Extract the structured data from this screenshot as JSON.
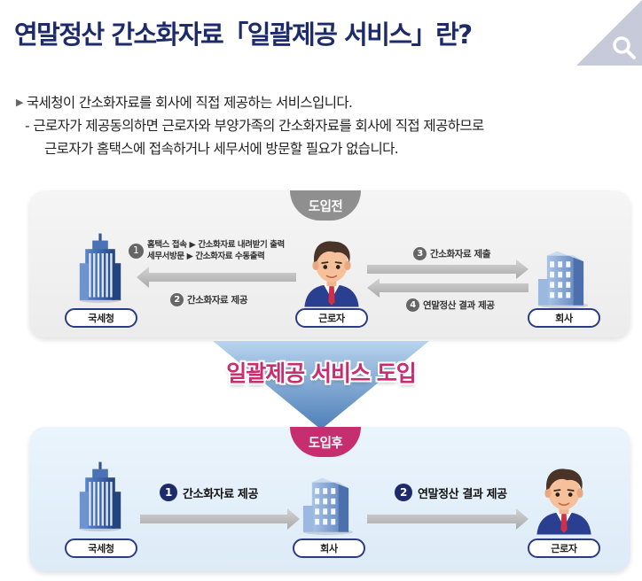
{
  "header": {
    "title": "연말정산 간소화자료「일괄제공 서비스」란?",
    "corner_icon": "search-icon"
  },
  "intro": {
    "line1": "국세청이 간소화자료를 회사에 직접 제공하는 서비스입니다.",
    "line2": "- 근로자가 제공동의하면 근로자와 부양가족의 간소화자료를 회사에 직접 제공하므로",
    "line3": "근로자가 홈택스에 접속하거나 세무서에 방문할 필요가 없습니다."
  },
  "before": {
    "badge": "도입전",
    "nts_label": "국세청",
    "worker_label": "근로자",
    "company_label": "회사",
    "steps": [
      {
        "num": "1",
        "line1": "홈택스 접속 ▶ 간소화자료 내려받기 출력",
        "line2": "세무서방문 ▶ 간소화자료 수동출력"
      },
      {
        "num": "2",
        "text": "간소화자료 제공"
      },
      {
        "num": "3",
        "text": "간소화자료 제출"
      },
      {
        "num": "4",
        "text": "연말정산 결과 제공"
      }
    ]
  },
  "transition": {
    "banner": "일괄제공 서비스 도입"
  },
  "after": {
    "badge": "도입후",
    "nts_label": "국세청",
    "company_label": "회사",
    "worker_label": "근로자",
    "steps": [
      {
        "num": "1",
        "text": "간소화자료 제공"
      },
      {
        "num": "2",
        "text": "연말정산 결과 제공"
      }
    ]
  },
  "colors": {
    "title": "#1d2b6b",
    "accent": "#c72e70",
    "navy": "#2b3a86",
    "gray_badge": "#8f8f8f"
  }
}
